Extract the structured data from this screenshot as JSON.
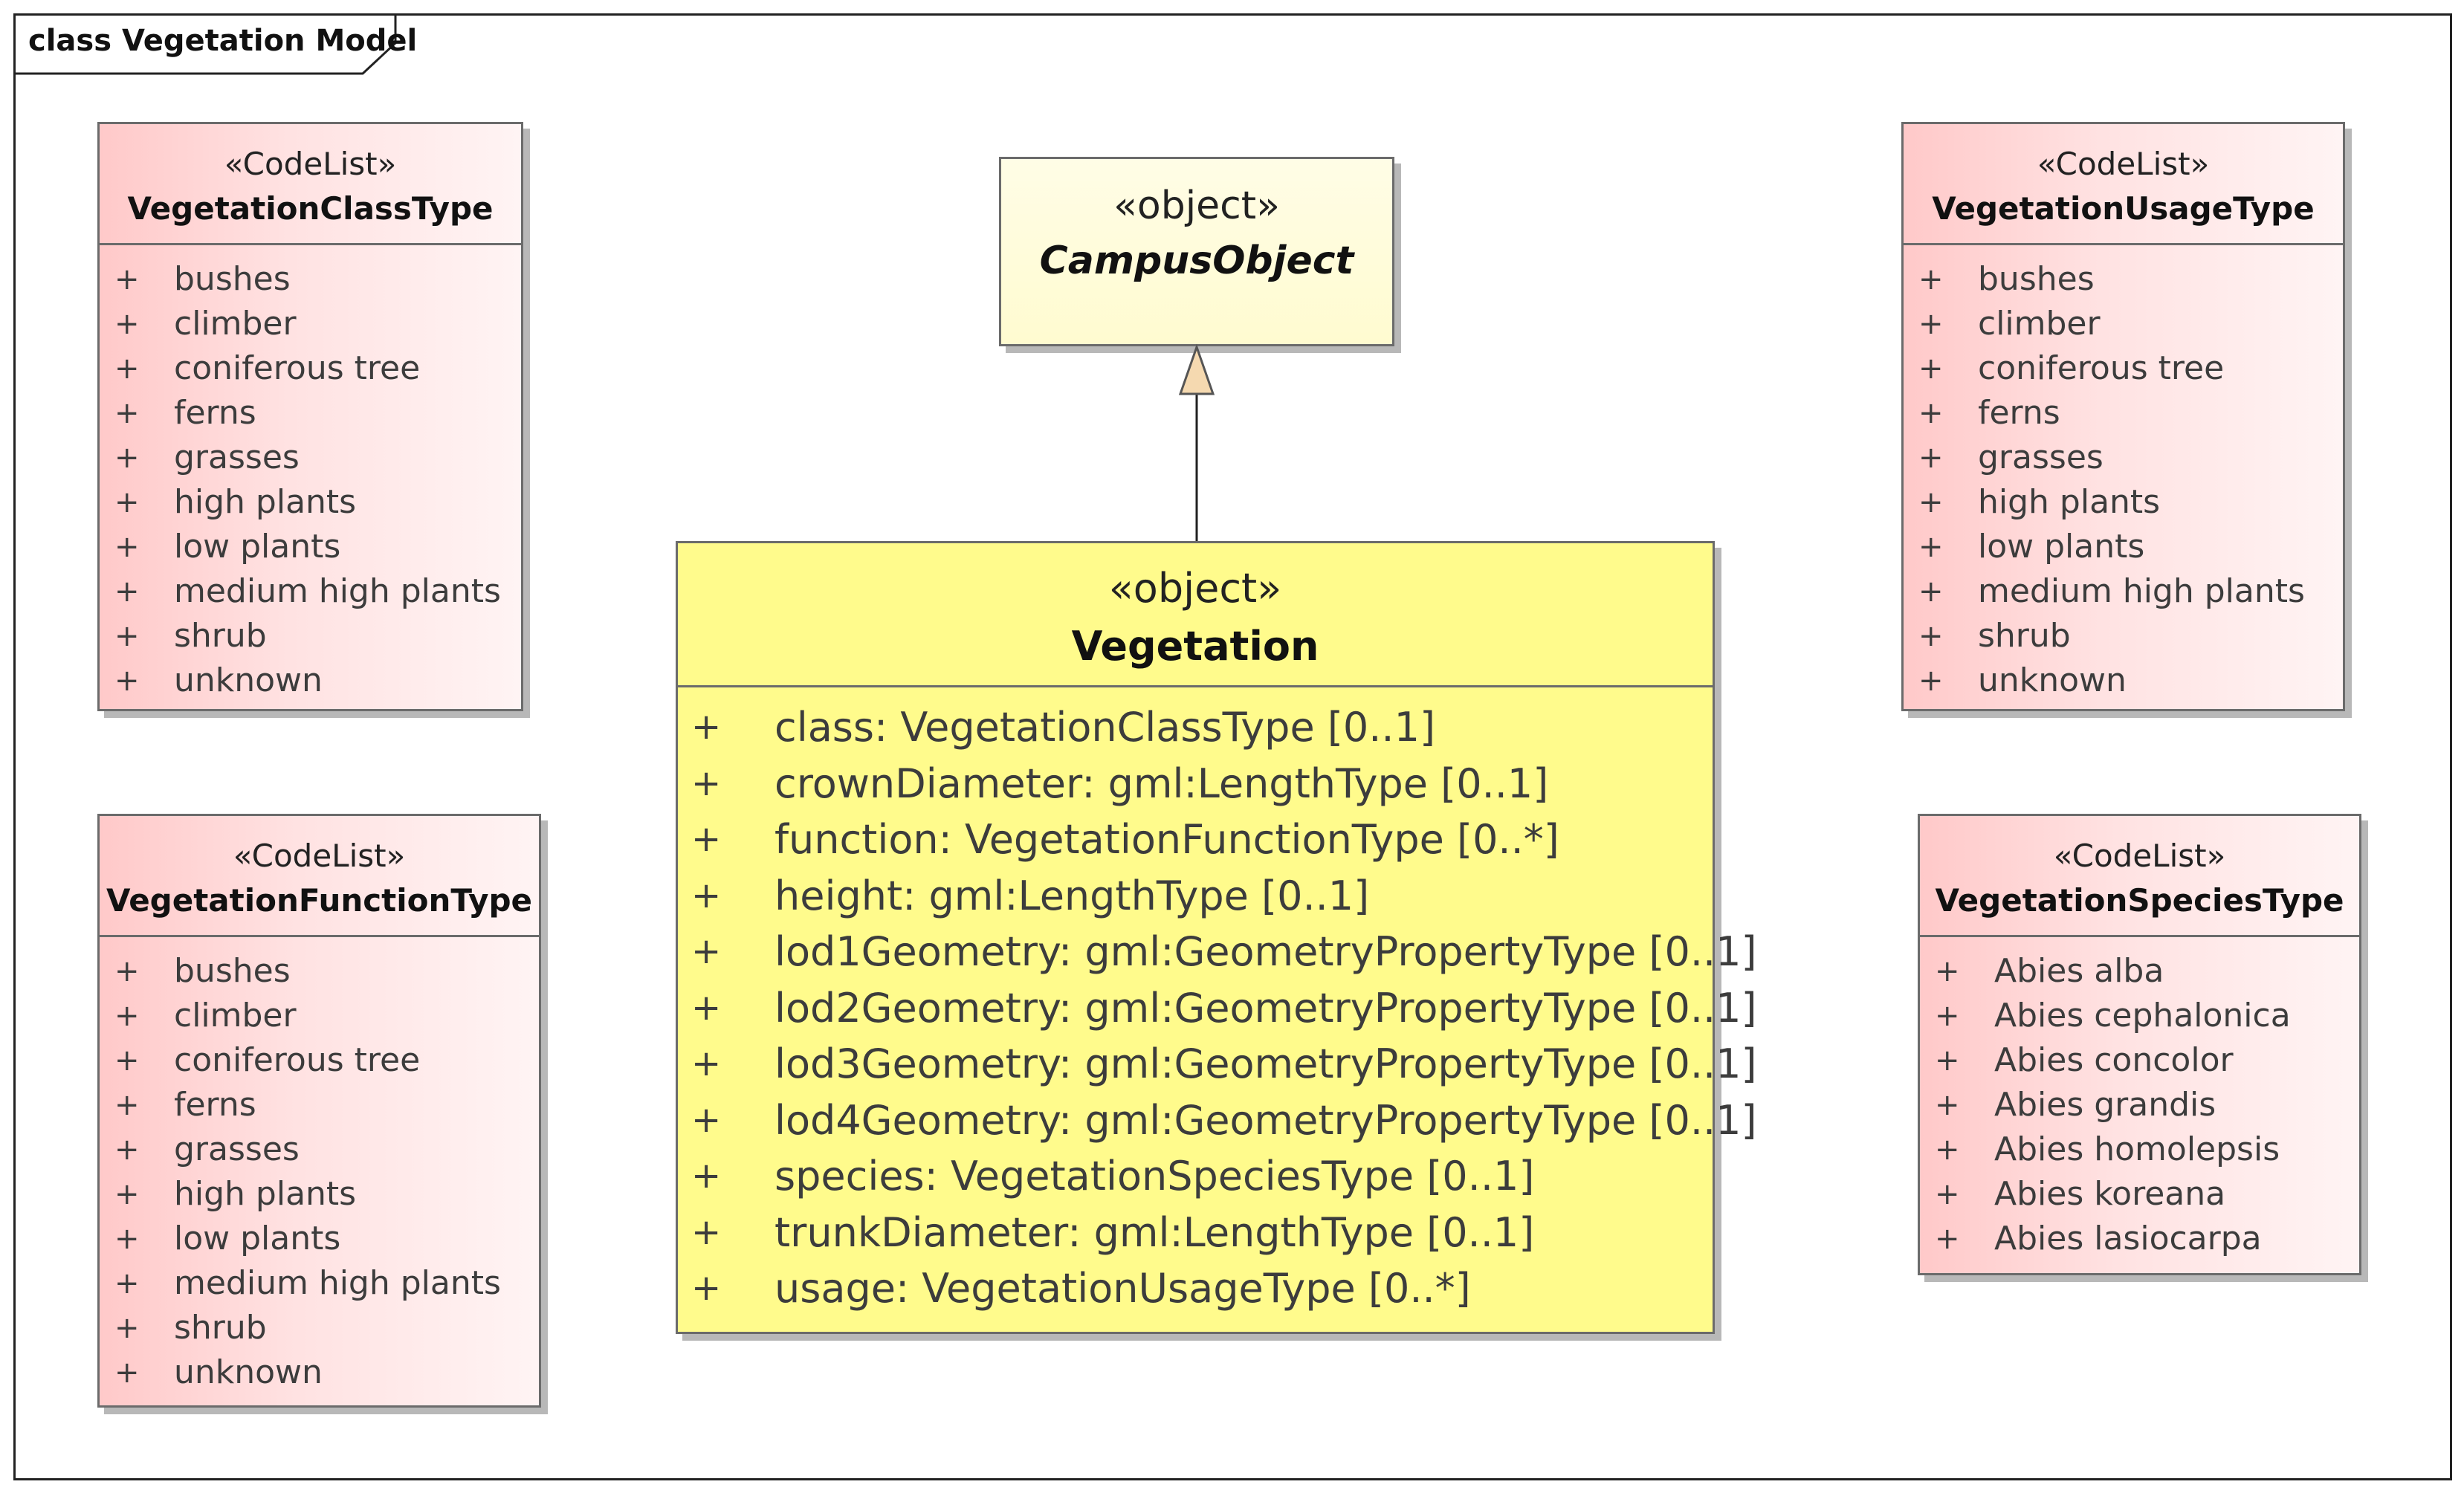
{
  "frame": {
    "title": "class Vegetation Model"
  },
  "campus_object": {
    "stereotype": "«object»",
    "name": "CampusObject"
  },
  "vegetation": {
    "stereotype": "«object»",
    "name": "Vegetation",
    "attributes": [
      {
        "vis": "+",
        "text": "class: VegetationClassType [0..1]"
      },
      {
        "vis": "+",
        "text": "crownDiameter: gml:LengthType [0..1]"
      },
      {
        "vis": "+",
        "text": "function: VegetationFunctionType [0..*]"
      },
      {
        "vis": "+",
        "text": "height: gml:LengthType [0..1]"
      },
      {
        "vis": "+",
        "text": "lod1Geometry: gml:GeometryPropertyType [0..1]"
      },
      {
        "vis": "+",
        "text": "lod2Geometry: gml:GeometryPropertyType [0..1]"
      },
      {
        "vis": "+",
        "text": "lod3Geometry: gml:GeometryPropertyType [0..1]"
      },
      {
        "vis": "+",
        "text": "lod4Geometry: gml:GeometryPropertyType [0..1]"
      },
      {
        "vis": "+",
        "text": "species: VegetationSpeciesType [0..1]"
      },
      {
        "vis": "+",
        "text": "trunkDiameter: gml:LengthType [0..1]"
      },
      {
        "vis": "+",
        "text": "usage: VegetationUsageType [0..*]"
      }
    ]
  },
  "class_type": {
    "stereotype": "«CodeList»",
    "name": "VegetationClassType",
    "items": [
      {
        "vis": "+",
        "text": "bushes"
      },
      {
        "vis": "+",
        "text": "climber"
      },
      {
        "vis": "+",
        "text": "coniferous tree"
      },
      {
        "vis": "+",
        "text": "ferns"
      },
      {
        "vis": "+",
        "text": "grasses"
      },
      {
        "vis": "+",
        "text": "high plants"
      },
      {
        "vis": "+",
        "text": "low plants"
      },
      {
        "vis": "+",
        "text": "medium high plants"
      },
      {
        "vis": "+",
        "text": "shrub"
      },
      {
        "vis": "+",
        "text": "unknown"
      }
    ]
  },
  "function_type": {
    "stereotype": "«CodeList»",
    "name": "VegetationFunctionType",
    "items": [
      {
        "vis": "+",
        "text": "bushes"
      },
      {
        "vis": "+",
        "text": "climber"
      },
      {
        "vis": "+",
        "text": "coniferous tree"
      },
      {
        "vis": "+",
        "text": "ferns"
      },
      {
        "vis": "+",
        "text": "grasses"
      },
      {
        "vis": "+",
        "text": "high plants"
      },
      {
        "vis": "+",
        "text": "low plants"
      },
      {
        "vis": "+",
        "text": "medium high plants"
      },
      {
        "vis": "+",
        "text": "shrub"
      },
      {
        "vis": "+",
        "text": "unknown"
      }
    ]
  },
  "usage_type": {
    "stereotype": "«CodeList»",
    "name": "VegetationUsageType",
    "items": [
      {
        "vis": "+",
        "text": "bushes"
      },
      {
        "vis": "+",
        "text": "climber"
      },
      {
        "vis": "+",
        "text": "coniferous tree"
      },
      {
        "vis": "+",
        "text": "ferns"
      },
      {
        "vis": "+",
        "text": "grasses"
      },
      {
        "vis": "+",
        "text": "high plants"
      },
      {
        "vis": "+",
        "text": "low plants"
      },
      {
        "vis": "+",
        "text": "medium high plants"
      },
      {
        "vis": "+",
        "text": "shrub"
      },
      {
        "vis": "+",
        "text": "unknown"
      }
    ]
  },
  "species_type": {
    "stereotype": "«CodeList»",
    "name": "VegetationSpeciesType",
    "items": [
      {
        "vis": "+",
        "text": "Abies alba"
      },
      {
        "vis": "+",
        "text": "Abies cephalonica"
      },
      {
        "vis": "+",
        "text": "Abies concolor"
      },
      {
        "vis": "+",
        "text": "Abies grandis"
      },
      {
        "vis": "+",
        "text": "Abies homolepsis"
      },
      {
        "vis": "+",
        "text": "Abies koreana"
      },
      {
        "vis": "+",
        "text": "Abies lasiocarpa"
      }
    ]
  },
  "colors": {
    "codelist_fill_start": "#ffc9c9",
    "codelist_fill_end": "#fff4f4",
    "object_fill": "#fffb8c",
    "abstract_fill": "#fffbd0",
    "generalization_arrow": "#f5d9b0"
  },
  "relationship": {
    "type": "generalization",
    "icon": "hollow-triangle-arrow-icon"
  }
}
